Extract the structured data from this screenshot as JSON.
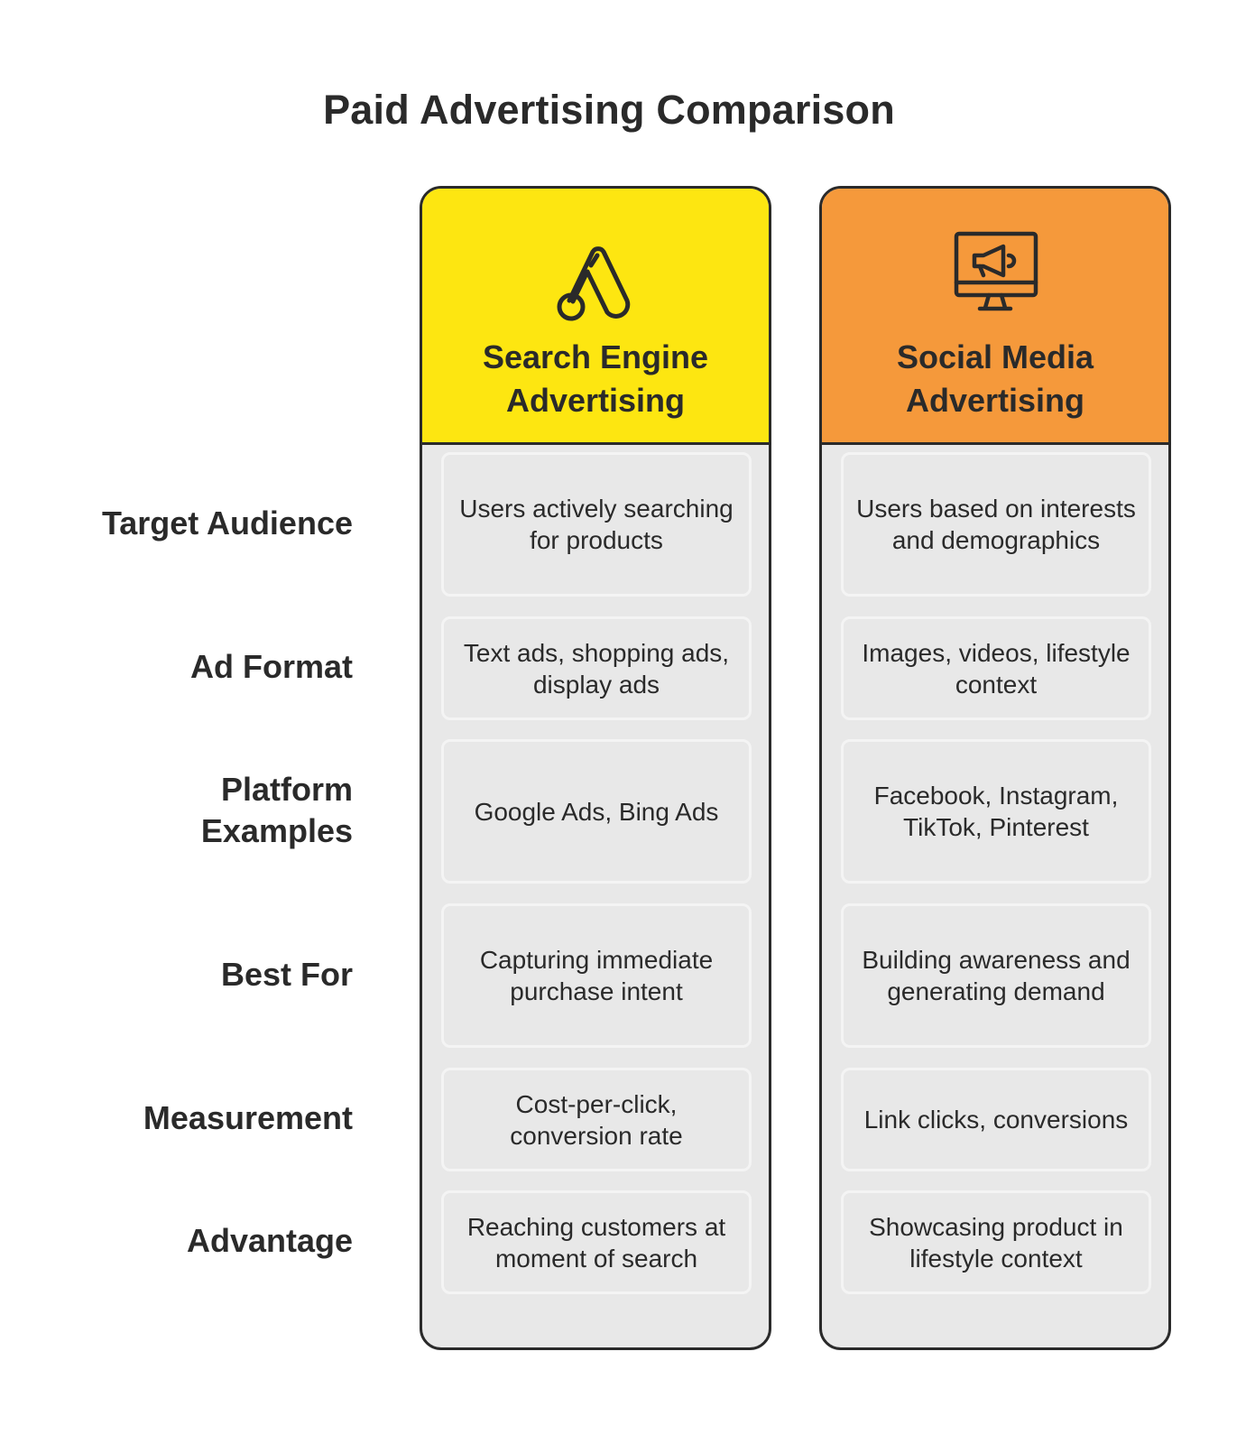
{
  "title": "Paid Advertising Comparison",
  "rows": [
    "Target Audience",
    "Ad Format",
    "Platform Examples",
    "Best For",
    "Measurement",
    "Advantage"
  ],
  "columns": [
    {
      "title": "Search Engine Advertising",
      "icon": "google-ads-icon",
      "color": "#fde611",
      "cells": [
        "Users actively searching for products",
        "Text ads, shopping ads, display ads",
        "Google Ads, Bing Ads",
        "Capturing immediate purchase intent",
        "Cost-per-click, conversion rate",
        "Reaching customers at moment of search"
      ]
    },
    {
      "title": "Social Media Advertising",
      "icon": "monitor-megaphone-icon",
      "color": "#f5993b",
      "cells": [
        "Users based on interests and demographics",
        "Images, videos, lifestyle context",
        "Facebook, Instagram, TikTok, Pinterest",
        "Building awareness and generating demand",
        "Link clicks, conversions",
        "Showcasing product in lifestyle context"
      ]
    }
  ]
}
